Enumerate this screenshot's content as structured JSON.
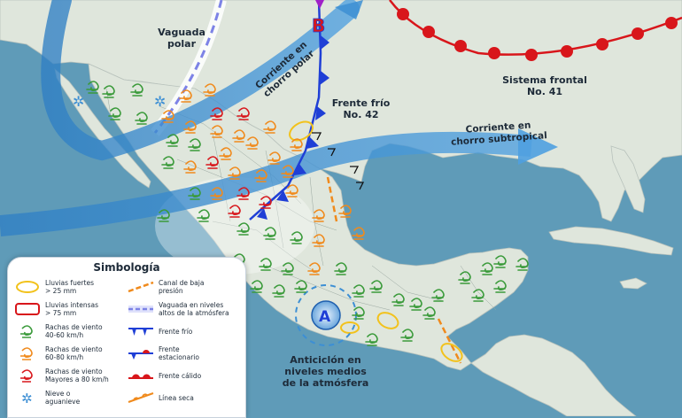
{
  "labels": {
    "vaguada_polar": "Vaguada\npolar",
    "corriente_polar": "Corriente en\nchorro polar",
    "frente_frio": "Frente frío\nNo. 42",
    "sistema_frontal": "Sistema frontal\nNo. 41",
    "corriente_subtropical": "Corriente en\nchorro subtropical",
    "anticiclon": "Anticiclón en\nniveles medios\nde la atmósfera",
    "low_letter": "B",
    "high_letter": "A"
  },
  "legend": {
    "title": "Simbología",
    "left_items": [
      {
        "text": "Lluvias fuertes\n> 25 mm",
        "symbol": "yellow-oval"
      },
      {
        "text": "Lluvias intensas\n> 75 mm",
        "symbol": "red-rect"
      },
      {
        "text": "Rachas de viento\n40-60 km/h",
        "symbol": "green-wind"
      },
      {
        "text": "Rachas de viento\n60-80 km/h",
        "symbol": "orange-wind"
      },
      {
        "text": "Rachas de viento\nMayores a 80 km/h",
        "symbol": "red-wind"
      },
      {
        "text": "Nieve o\naguanieve",
        "symbol": "snowflake"
      }
    ],
    "right_items": [
      {
        "text": "Canal de baja\npresión",
        "symbol": "orange-dash"
      },
      {
        "text": "Vaguada en niveles\naltos de la atmósfera",
        "symbol": "blue-dash-band"
      },
      {
        "text": "Frente frío",
        "symbol": "cold-front"
      },
      {
        "text": "Frente\nestacionario",
        "symbol": "stationary-front"
      },
      {
        "text": "Frente cálido",
        "symbol": "warm-front"
      },
      {
        "text": "Línea seca",
        "symbol": "dry-line"
      }
    ]
  },
  "colors": {
    "ocean": "#5f9bb8",
    "land": "#dfe6dc",
    "cold_front": "#1f3fd6",
    "warm_front": "#d8161b",
    "jet_stream": "#3d8fd4",
    "wind_green": "#3a9a3a",
    "wind_orange": "#f08a1c",
    "wind_red": "#d8161b",
    "heavy_rain": "#f2c21c"
  }
}
